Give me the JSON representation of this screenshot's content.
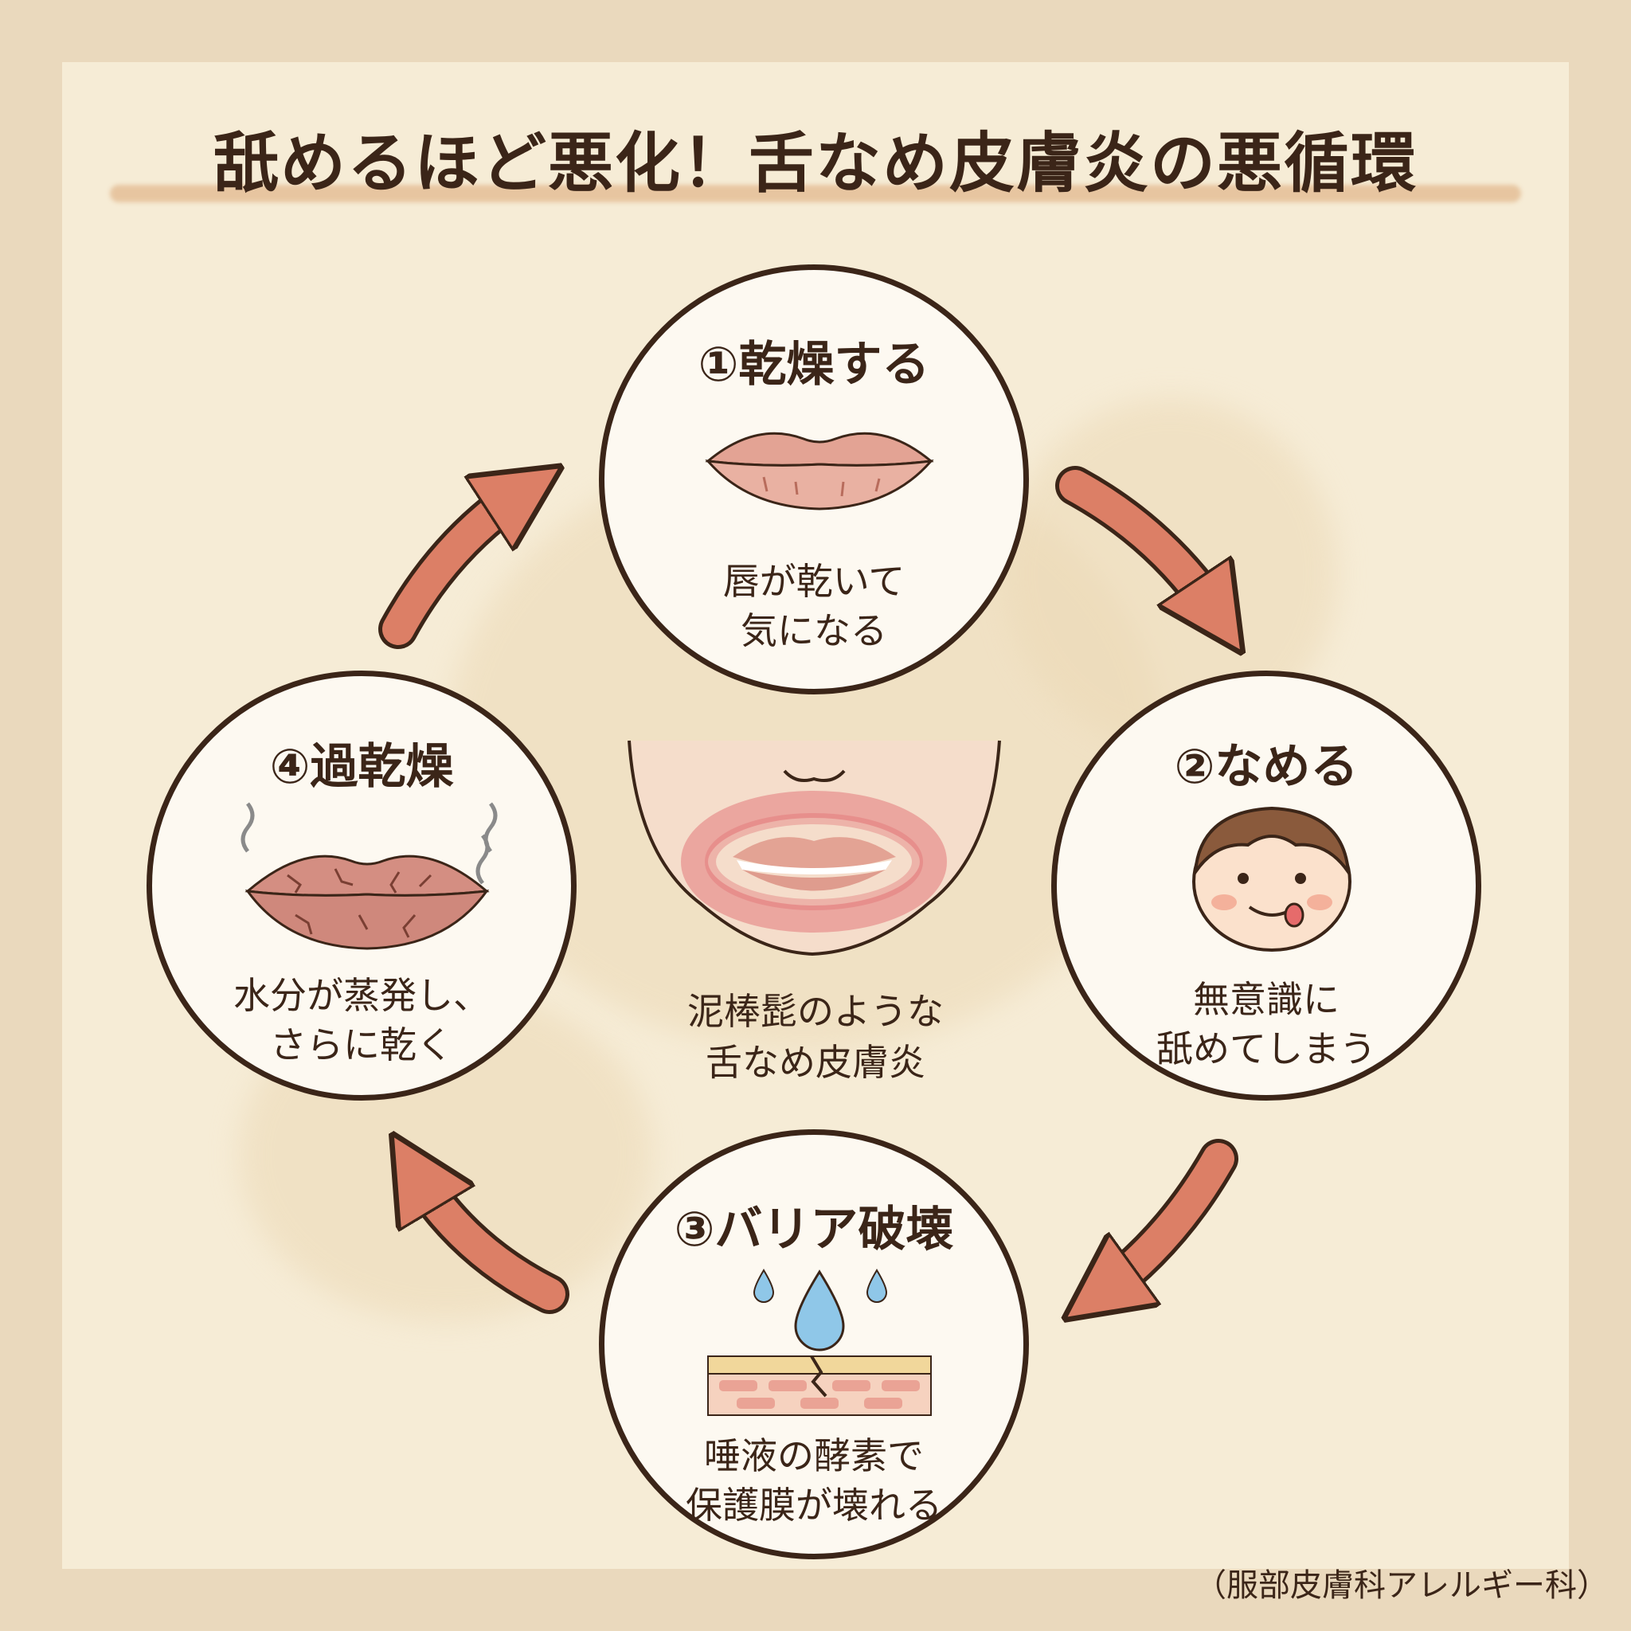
{
  "title": "舐めるほど悪化！舌なめ皮膚炎の悪循環",
  "steps": [
    {
      "label": "①乾燥する",
      "desc_lines": [
        "唇が乾いて",
        "気になる"
      ]
    },
    {
      "label": "②なめる",
      "desc_lines": [
        "無意識に",
        "舐めてしまう"
      ]
    },
    {
      "label": "③バリア破壊",
      "desc_lines": [
        "唾液の酵素で",
        "保護膜が壊れる"
      ]
    },
    {
      "label": "④過乾燥",
      "desc_lines": [
        "水分が蒸発し、",
        "さらに乾く"
      ]
    }
  ],
  "center": {
    "caption_lines": [
      "泥棒髭のような",
      "舌なめ皮膚炎"
    ]
  },
  "credit": "（服部皮膚科アレルギー科）",
  "colors": {
    "arrow": "#dc7f66",
    "outline": "#3b2518",
    "lip": "#e3a394",
    "rash": "#e0646a",
    "background": "#f6ecd6"
  },
  "icons": [
    "dry-lips-icon",
    "child-licking-face-icon",
    "skin-barrier-icon",
    "cracked-lips-icon",
    "face-rash-icon",
    "cycle-arrow-icon"
  ]
}
